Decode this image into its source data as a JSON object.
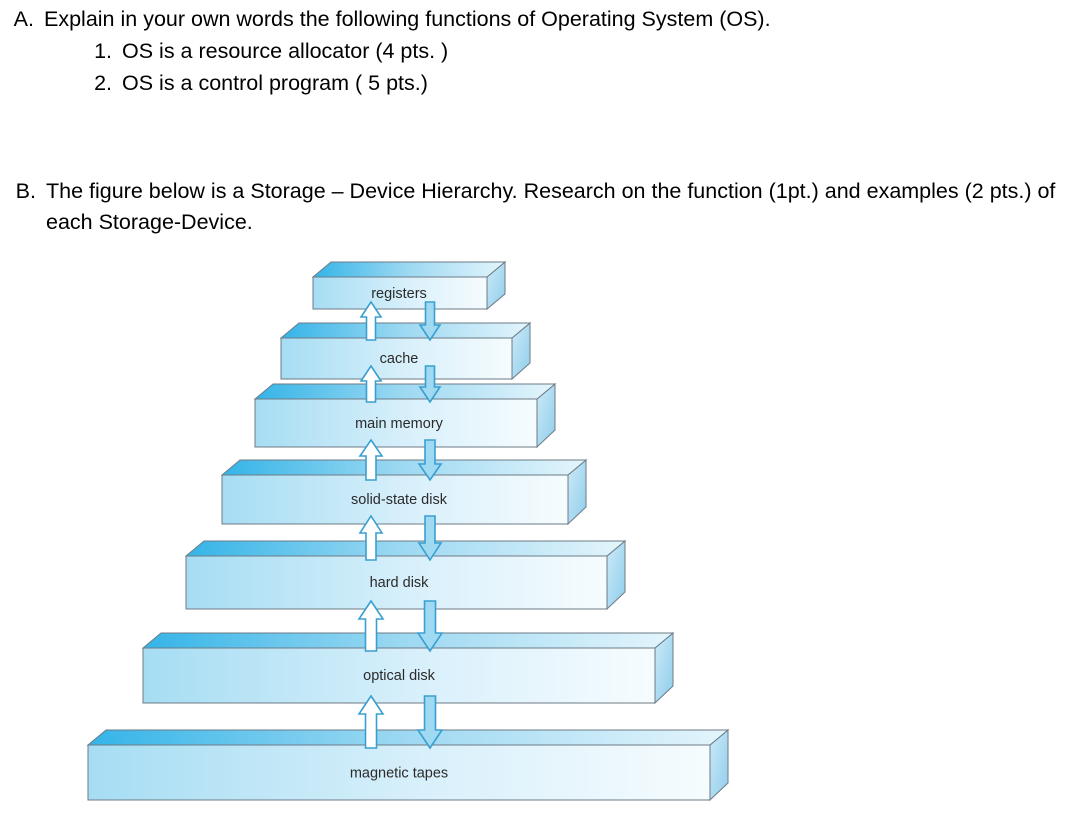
{
  "worksheet": {
    "questions": [
      {
        "letter": "A.",
        "text": "Explain in your own words the following functions of Operating System (OS).",
        "subitems": [
          {
            "num": "1.",
            "text": "OS is a resource allocator (4 pts. )"
          },
          {
            "num": "2.",
            "text": "OS is a control program ( 5 pts.)"
          }
        ]
      },
      {
        "letter": "B.",
        "text": "The figure below is a Storage – Device Hierarchy. Research on the function (1pt.) and examples (2 pts.) of each Storage-Device."
      }
    ]
  },
  "figure": {
    "name": "storage-device-hierarchy",
    "levels": [
      {
        "id": "registers",
        "label": "registers"
      },
      {
        "id": "cache",
        "label": "cache"
      },
      {
        "id": "main-memory",
        "label": "main memory"
      },
      {
        "id": "solid-state-disk",
        "label": "solid-state disk"
      },
      {
        "id": "hard-disk",
        "label": "hard disk"
      },
      {
        "id": "optical-disk",
        "label": "optical disk"
      },
      {
        "id": "magnetic-tapes",
        "label": "magnetic tapes"
      }
    ],
    "arrows": {
      "up_label": "transfer upward",
      "down_label": "transfer downward"
    },
    "colors": {
      "front_face_left": "#a9dff4",
      "front_face_right": "#f4fbfe",
      "top_face_left": "#3cb6e8",
      "top_face_right": "#e2f4fc",
      "side_face": "#bfe6f7",
      "outline": "#6d7b86",
      "arrow_fill_down": "#9fd9f2",
      "arrow_fill_up": "#ffffff",
      "arrow_stroke": "#3a9fd0",
      "label_text": "#2b2b2b"
    }
  }
}
